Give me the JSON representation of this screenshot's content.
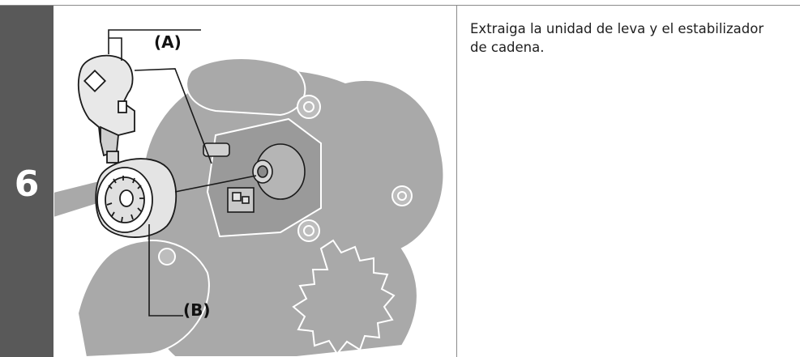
{
  "step": {
    "number": "6"
  },
  "instruction": {
    "text": "Extraiga la unidad de leva y el estabilizador de cadena."
  },
  "figure": {
    "callout_a": "(A)",
    "callout_b": "(B)"
  },
  "colors": {
    "step_bar": "#595959",
    "mechanism_fill": "#a9a9a9",
    "outline": "#1a1a1a"
  }
}
